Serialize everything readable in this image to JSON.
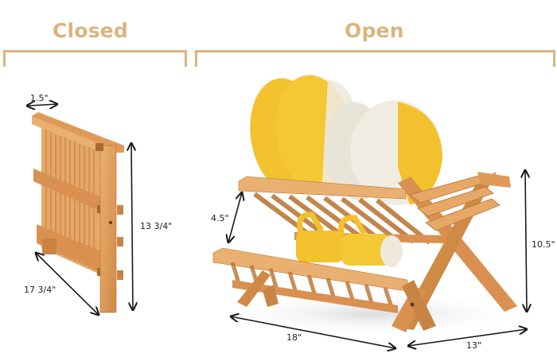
{
  "headings": {
    "closed": "Closed",
    "open": "Open"
  },
  "closed_dimensions": {
    "depth": "1.5\"",
    "height": "13 3/4\"",
    "length": "17 3/4\""
  },
  "open_dimensions": {
    "tier_gap": "4.5\"",
    "height": "10.5\"",
    "length": "18\"",
    "width": "13\""
  },
  "colors": {
    "accent": "#dcb47e",
    "wood": "#d9964f",
    "wood_light": "#eab072",
    "wood_dark": "#b8722f",
    "plate_yellow": "#f2c12e",
    "plate_white": "#efe9dc",
    "arrow": "#1a1a1a"
  }
}
